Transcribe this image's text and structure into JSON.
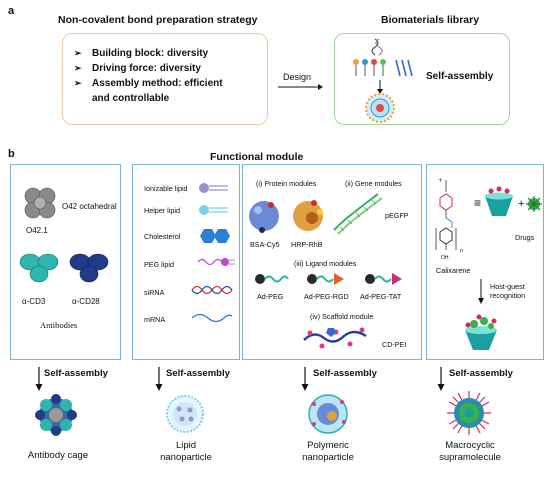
{
  "panel_a": {
    "letter": "a",
    "strategy_title": "Non-covalent bond preparation strategy",
    "bullets": [
      "Building block: diversity",
      "Driving force: diversity",
      "Assembly method: efficient",
      "and controllable"
    ],
    "design_label": "Design",
    "library_title": "Biomaterials library",
    "self_assembly_label": "Self-assembly"
  },
  "panel_b": {
    "letter": "b",
    "title": "Functional module",
    "col1": {
      "o42_octahedral": "O42 octahedral",
      "o42_1": "O42.1",
      "cd3": "α-CD3",
      "cd28": "α-CD28",
      "antibodies": "Antibodies"
    },
    "col2": {
      "items": [
        "Ionizable lipid",
        "Helper lipid",
        "Cholesterol",
        "PEG lipid",
        "siRNA",
        "mRNA"
      ]
    },
    "col3": {
      "protein_modules": "(i) Protein modules",
      "gene_modules": "(ii) Gene modules",
      "bsa": "BSA-Cy5",
      "hrp": "HRP-RhB",
      "pegfp": "pEGFP",
      "ligand_modules": "(iii) Ligand modules",
      "ad_peg": "Ad-PEG",
      "ad_peg_rgd": "Ad-PEG-RGD",
      "ad_peg_tat": "Ad-PEG-TAT",
      "scaffold_module": "(iv) Scaffold module",
      "cd_pei": "CD-PEI"
    },
    "col4": {
      "equiv": "≡",
      "plus": "+",
      "drugs": "Drugs",
      "calixarene": "Calixarene",
      "host_guest": "Host-guest\nrecognition",
      "oh": "OH",
      "n_sub": "n"
    },
    "self_assembly": [
      "Self-assembly",
      "Self-assembly",
      "Self-assembly",
      "Self-assembly"
    ],
    "products": [
      "Antibody cage",
      "Lipid\nnanoparticle",
      "Polymeric\nnanoparticle",
      "Macrocyclic\nsupramolecule"
    ]
  },
  "colors": {
    "orange_border": "#f0c8a4",
    "green_border": "#9dd89a",
    "blue_border": "#7fb3d6"
  }
}
